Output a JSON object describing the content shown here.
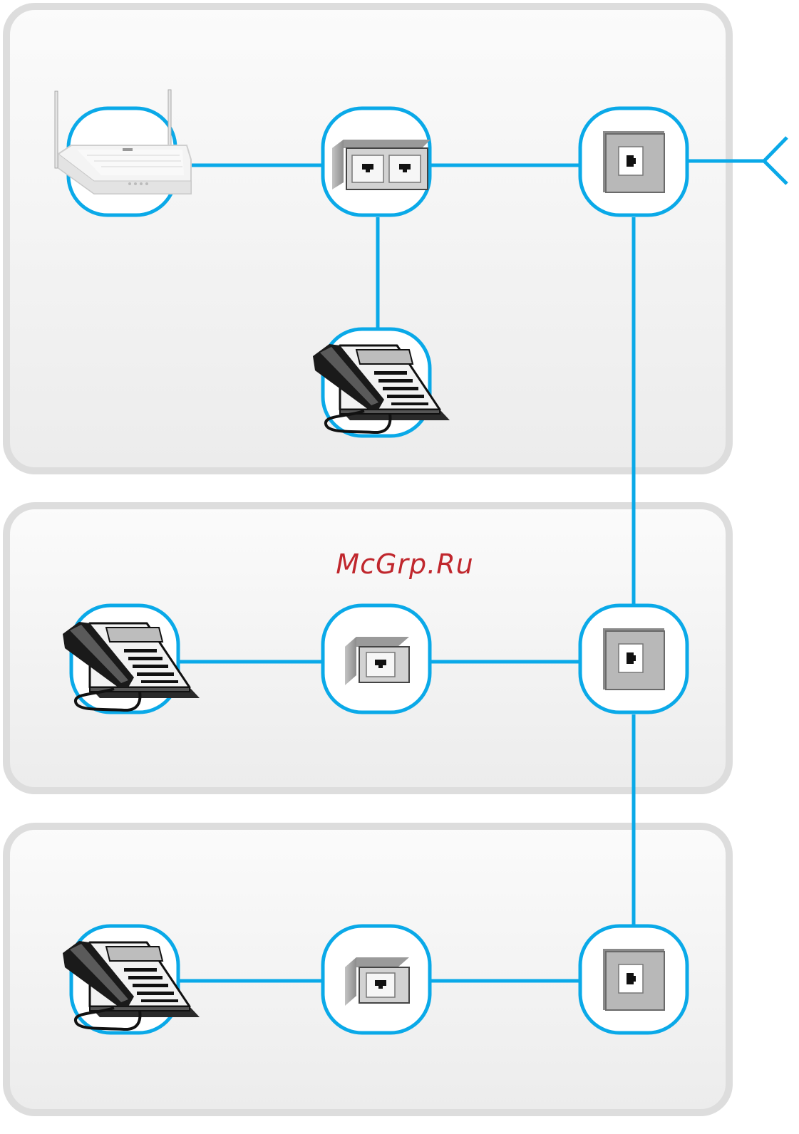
{
  "watermark": {
    "text": "McGrp.Ru",
    "color": "#c0272d"
  },
  "colors": {
    "line": "#0aa9e8",
    "panel_border": "#dddddd",
    "panel_fill_top": "#fafafa",
    "panel_fill_bottom": "#ececec",
    "node_fill": "#ffffff"
  },
  "zones": [
    {
      "name": "top-zone",
      "devices": [
        {
          "name": "router",
          "icon": "wifi-router-icon"
        },
        {
          "name": "dsl-splitter",
          "icon": "splitter-dual-port-icon"
        },
        {
          "name": "wall-socket",
          "icon": "phone-wall-socket-icon"
        },
        {
          "name": "telephone",
          "icon": "desk-phone-icon"
        }
      ],
      "external_line_icon": "external-line-fork-icon"
    },
    {
      "name": "middle-zone",
      "devices": [
        {
          "name": "telephone",
          "icon": "desk-phone-icon"
        },
        {
          "name": "filter",
          "icon": "microfilter-single-port-icon"
        },
        {
          "name": "wall-socket",
          "icon": "phone-wall-socket-icon"
        }
      ]
    },
    {
      "name": "bottom-zone",
      "devices": [
        {
          "name": "telephone",
          "icon": "desk-phone-icon"
        },
        {
          "name": "filter",
          "icon": "microfilter-single-port-icon"
        },
        {
          "name": "wall-socket",
          "icon": "phone-wall-socket-icon"
        }
      ]
    }
  ]
}
